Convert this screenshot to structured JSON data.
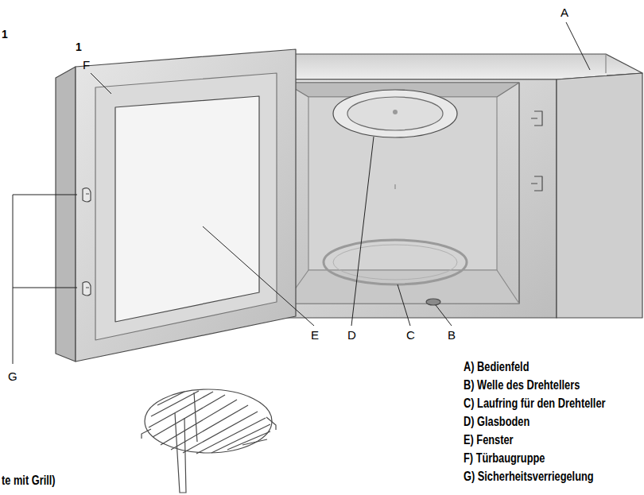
{
  "diagram": {
    "labels": [
      "1",
      "1",
      "A",
      "F",
      "G",
      "E",
      "D",
      "C",
      "B",
      "A) Bedienfeld",
      "B) Welle des Drehtellers",
      "C) Laufring für den Drehteller",
      "D) Glasboden",
      "E) Fenster",
      "F) Türbaugruppe",
      "G) Sicherheitsverriegelung",
      "te mit Grill)"
    ]
  }
}
